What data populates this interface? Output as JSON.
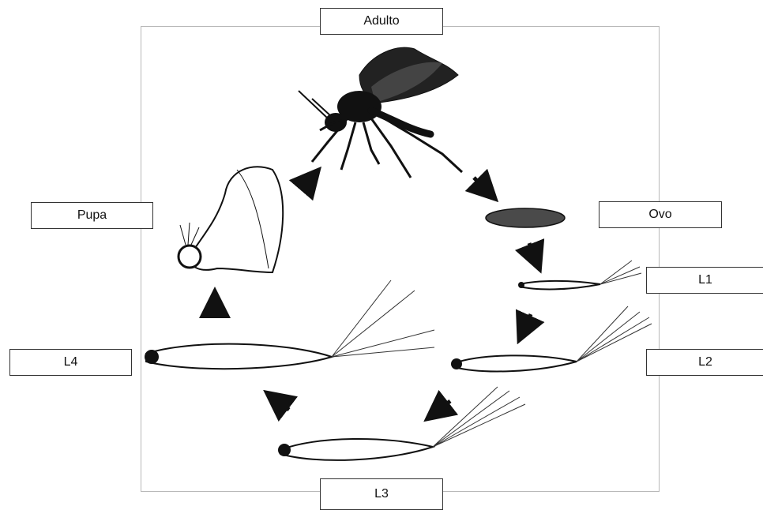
{
  "labels": {
    "adulto": "Adulto",
    "ovo": "Ovo",
    "l1": "L1",
    "l2": "L2",
    "l3": "L3",
    "l4": "L4",
    "pupa": "Pupa"
  },
  "colors": {
    "ink": "#111111",
    "frame": "#b8b8b8"
  }
}
